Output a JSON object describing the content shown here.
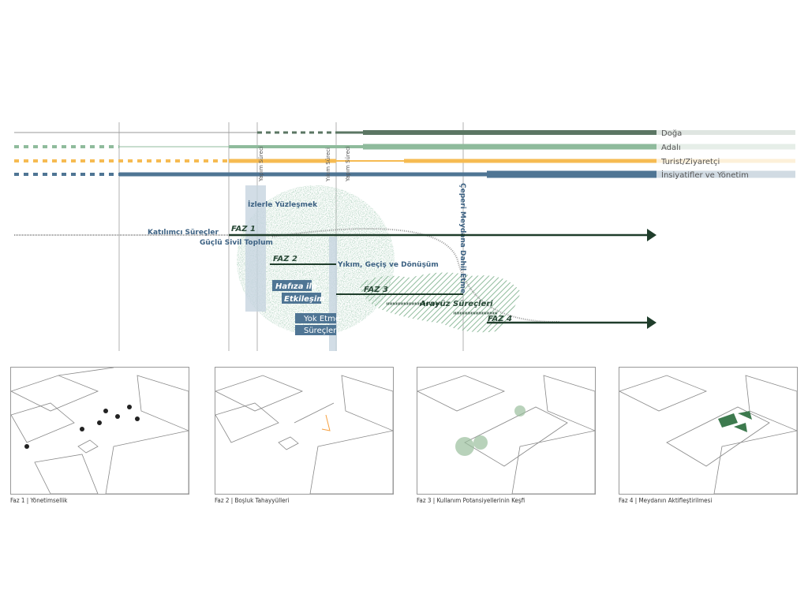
{
  "legend": [
    "Doğa",
    "Adalı",
    "Turist/Ziyaretçi",
    "İnsiyatifler ve Yönetim"
  ],
  "colors": {
    "doga": "#5b7663",
    "adali": "#8fbb9c",
    "turist": "#f6bb52",
    "insiyatif": "#4f7594",
    "arrow": "#1f3d2b",
    "label_blue": "#3d6283"
  },
  "vertical_labels": {
    "yapim1": "Yapım Süreci",
    "yikim": "Yıkım Süreci",
    "yapim2": "Yapım Süreci",
    "ceperi": "Çeperi Meydana Dahil Etme"
  },
  "labels": {
    "katilimci": "Katılımcı Süreçler",
    "faz1": "FAZ 1",
    "guclu": "Güçlü Sivil Toplum",
    "izlerle": "İzlerle Yüzleşmek",
    "faz2": "FAZ 2",
    "yikim_gecis": "Yıkım, Geçiş ve Dönüşüm",
    "hafiza1": "Hafıza ile",
    "hafiza2": "Etkileşim",
    "faz3": "FAZ 3",
    "arayuz": "Arayüz Süreçleri",
    "yok1": "Yok Etme",
    "yok2": "Süreçleri",
    "faz4": "FAZ 4"
  },
  "panels": [
    {
      "caption": "Faz 1 | Yönetimsellik"
    },
    {
      "caption": "Faz 2 | Boşluk Tahayyülleri"
    },
    {
      "caption": "Faz 3 | Kullanım Potansiyellerinin Keşfi"
    },
    {
      "caption": "Faz 4 | Meydanın Aktifleştirilmesi"
    }
  ]
}
